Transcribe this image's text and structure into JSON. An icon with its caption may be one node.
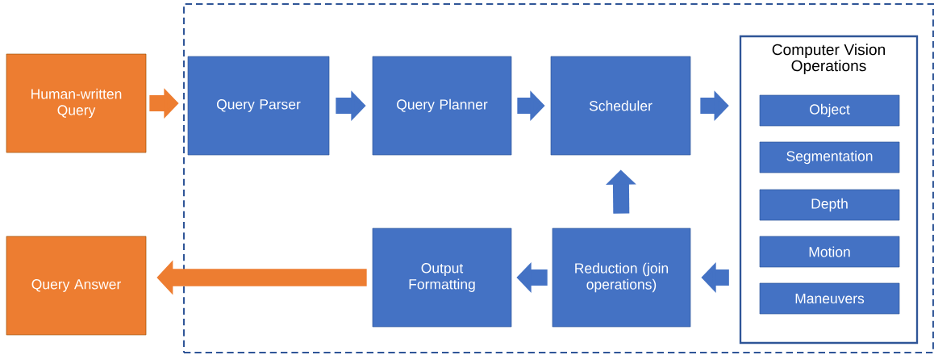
{
  "diagram": {
    "nodes": [
      {
        "text": [
          "Human-written Query"
        ]
      },
      {
        "text": [],
        "shape": "box"
      },
      {
        "text": [
          "Query Parser"
        ],
        "in": 1
      },
      {
        "text": [
          "Query Planner"
        ],
        "in": 1
      },
      {
        "text": [
          "Scheduler"
        ],
        "in": 1
      },
      {
        "text": [
          "Computer Vision Operations"
        ],
        "in": 1
      },
      {
        "text": [
          "Object"
        ],
        "in": 5
      },
      {
        "text": [
          "Segmentation"
        ],
        "in": 5
      },
      {
        "text": [
          "Depth"
        ],
        "in": 5
      },
      {
        "text": [
          "Motion"
        ],
        "in": 5
      },
      {
        "text": [
          "Maneuvers"
        ],
        "in": 5
      },
      {
        "text": [
          "Output Formatting"
        ],
        "in": 1
      },
      {
        "text": [
          "Reduction (join operations)"
        ],
        "in": 1
      },
      {
        "text": [
          "Query Answer"
        ]
      }
    ],
    "edges": [
      {
        "from": 0,
        "to": 2,
        "arrow": "to",
        "color": "#ed7d31"
      },
      {
        "from": 2,
        "to": 3,
        "arrow": "to"
      },
      {
        "from": 3,
        "to": 4,
        "arrow": "to"
      },
      {
        "from": 4,
        "to": 5,
        "arrow": "to"
      },
      {
        "from": 5,
        "to": 12,
        "arrow": "to"
      },
      {
        "from": 12,
        "to": 4,
        "arrow": "to"
      },
      {
        "from": 12,
        "to": 11,
        "arrow": "to"
      },
      {
        "from": 11,
        "to": 13,
        "arrow": "to",
        "color": "#ed7d31"
      }
    ]
  }
}
